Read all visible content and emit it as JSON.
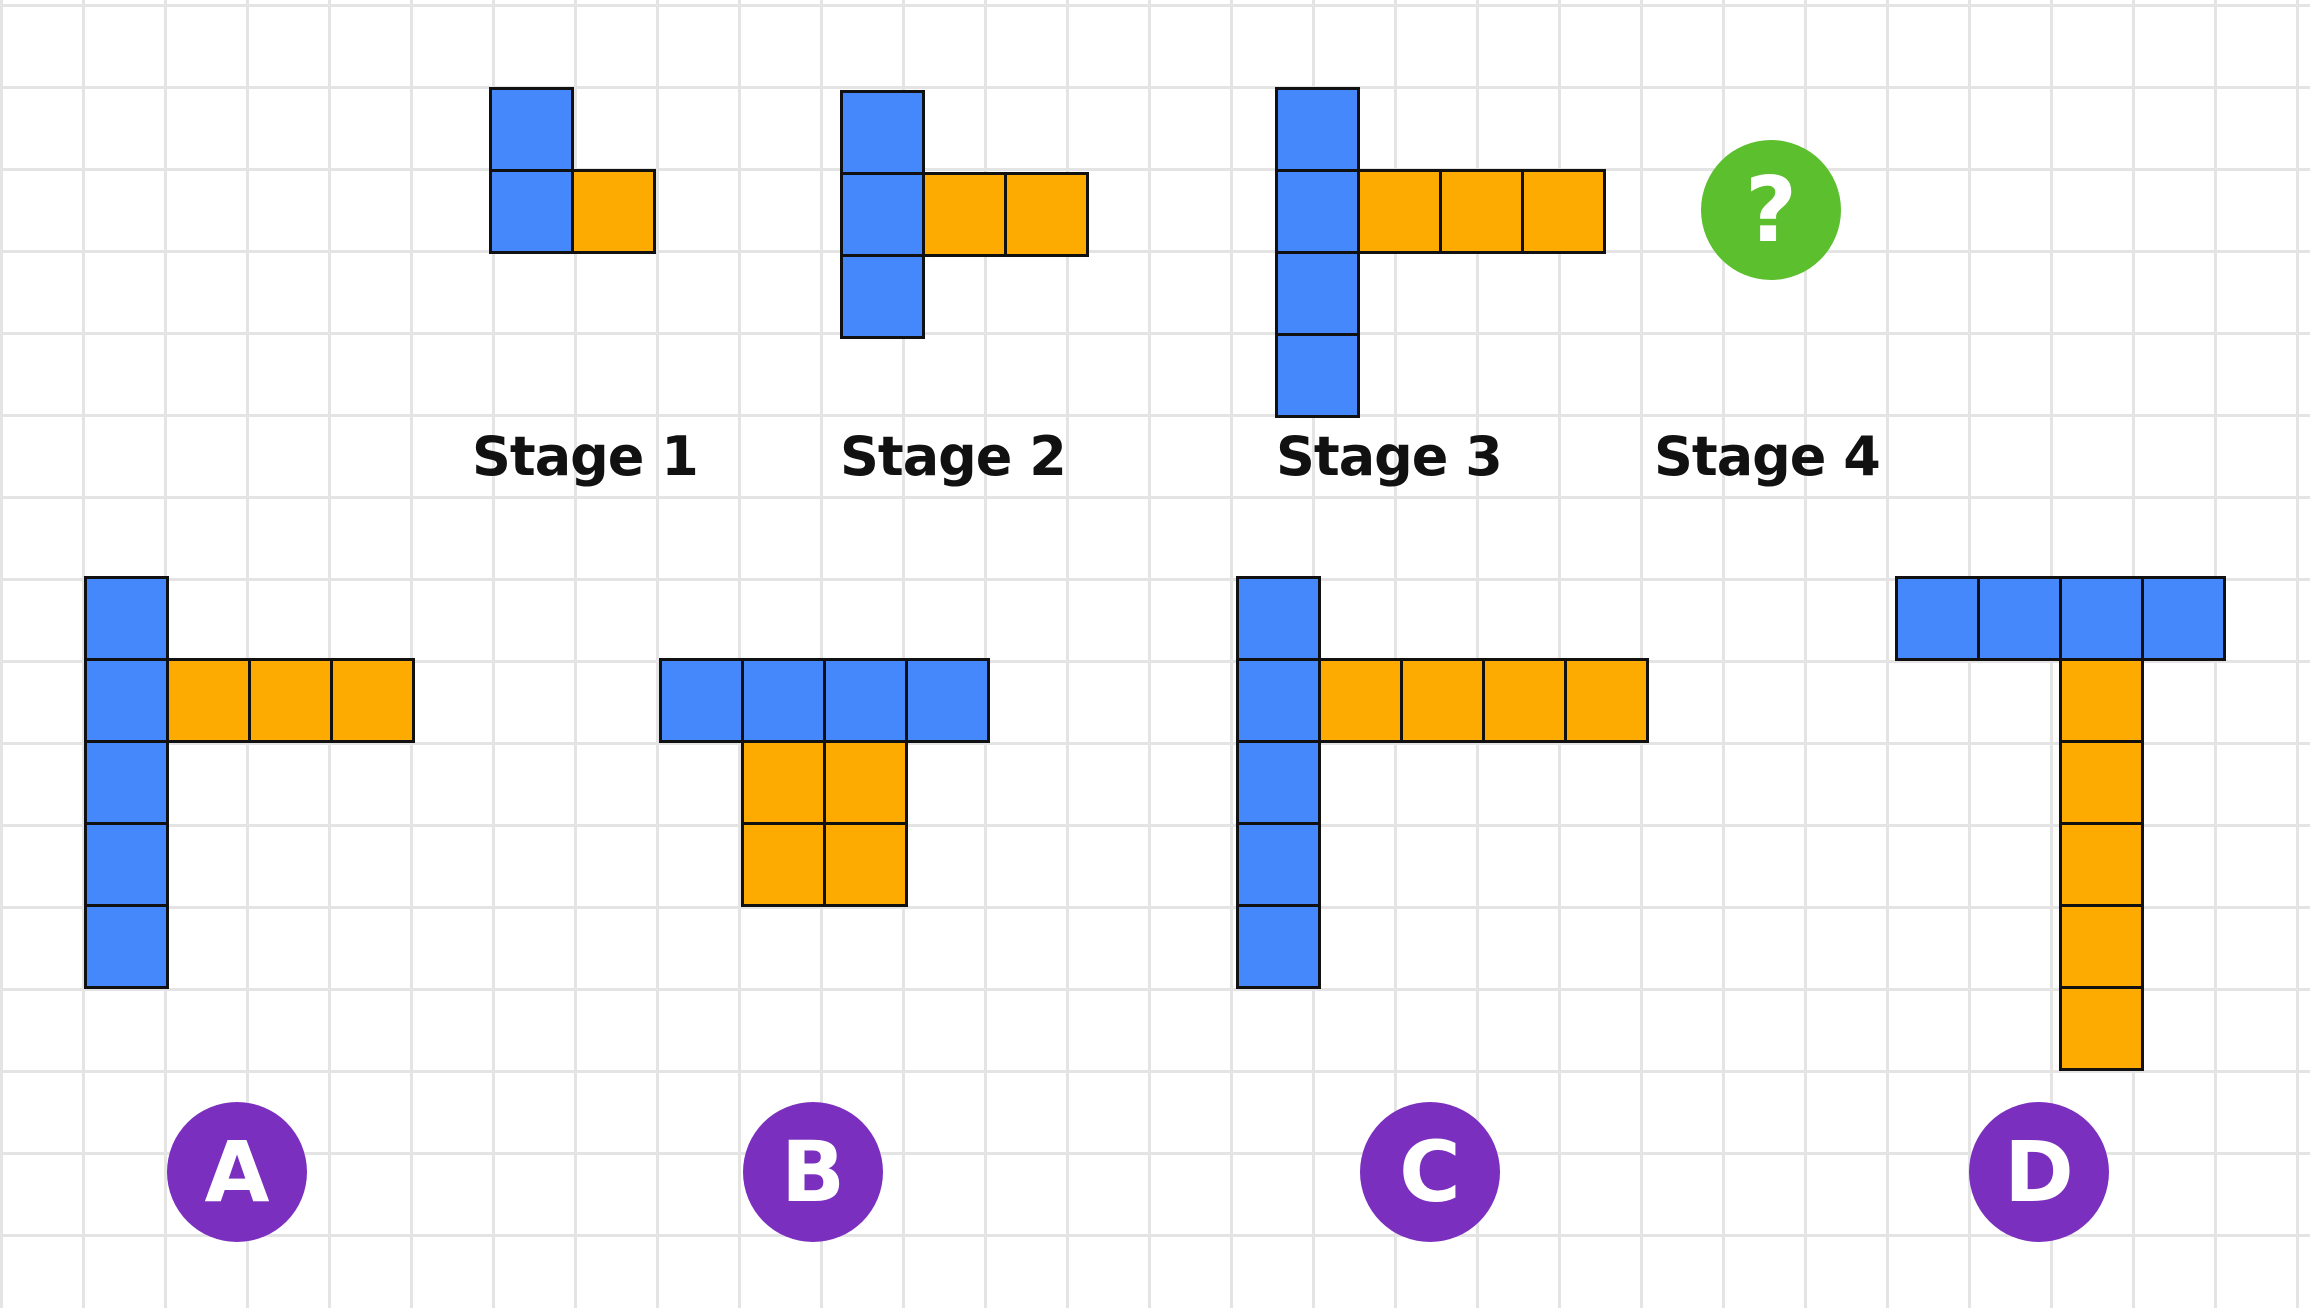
{
  "colors": {
    "vertical": "#4488fb",
    "horizontal": "#fdab00",
    "outline": "#111111",
    "question": "#5bbf2e",
    "option": "#7b2fbe"
  },
  "stages": [
    {
      "label": "Stage 1"
    },
    {
      "label": "Stage 2"
    },
    {
      "label": "Stage 3"
    },
    {
      "label": "Stage 4"
    }
  ],
  "question_mark": "?",
  "options": [
    {
      "letter": "A"
    },
    {
      "letter": "B"
    },
    {
      "letter": "C"
    },
    {
      "letter": "D"
    }
  ]
}
